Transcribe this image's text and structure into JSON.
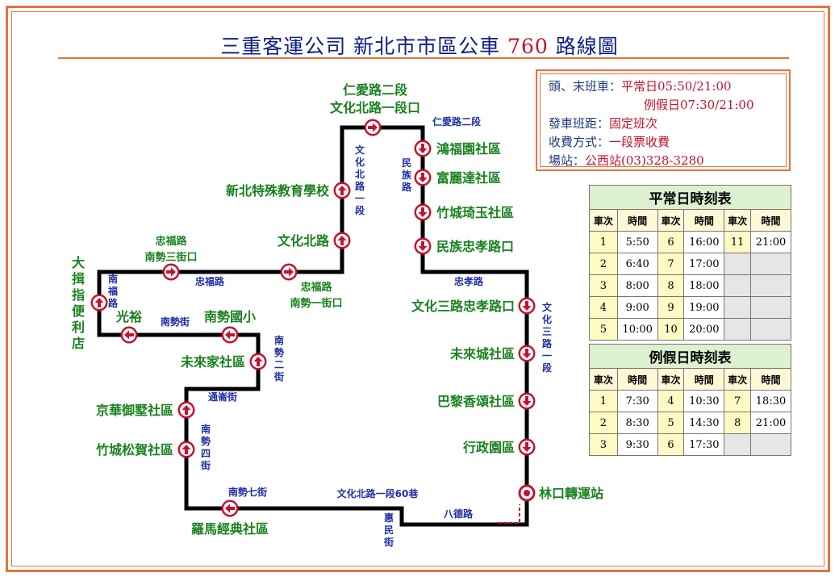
{
  "title": {
    "prefix": "三重客運公司 新北市市區公車",
    "route": "760",
    "suffix": "路線圖"
  },
  "info": {
    "line1_key": "頭、末班車：",
    "line1_val": "平常日05:50/21:00",
    "line2_val": "例假日07:30/21:00",
    "line3_key": "發車班距：",
    "line3_val": "固定班次",
    "line4_key": "收費方式：",
    "line4_val": "一段票收費",
    "line5_key": "場站：",
    "line5_val": "公西站(03)328-3280"
  },
  "weekday": {
    "caption": "平常日時刻表",
    "h_no": "車次",
    "h_time": "時間",
    "rows": [
      [
        "1",
        "5:50",
        "6",
        "16:00",
        "11",
        "21:00"
      ],
      [
        "2",
        "6:40",
        "7",
        "17:00",
        "",
        ""
      ],
      [
        "3",
        "8:00",
        "8",
        "18:00",
        "",
        ""
      ],
      [
        "4",
        "9:00",
        "9",
        "19:00",
        "",
        ""
      ],
      [
        "5",
        "10:00",
        "10",
        "20:00",
        "",
        ""
      ]
    ]
  },
  "holiday": {
    "caption": "例假日時刻表",
    "h_no": "車次",
    "h_time": "時間",
    "rows": [
      [
        "1",
        "7:30",
        "4",
        "10:30",
        "7",
        "18:30"
      ],
      [
        "2",
        "8:30",
        "5",
        "14:30",
        "8",
        "21:00"
      ],
      [
        "3",
        "9:30",
        "6",
        "17:30",
        "",
        ""
      ]
    ]
  },
  "stops": {
    "s1": "仁愛路二段",
    "s1b": "文化北路一段口",
    "s2": "鴻福園社區",
    "s3": "富麗達社區",
    "s4": "竹城琦玉社區",
    "s5": "民族忠孝路口",
    "s6": "文化三路忠孝路口",
    "s7": "未來城社區",
    "s8": "巴黎香頌社區",
    "s9": "行政園區",
    "s10": "林口轉運站",
    "s11": "羅馬經典社區",
    "s12": "竹城松賀社區",
    "s13": "京華御墅社區",
    "s14": "未來家社區",
    "s15": "南勢國小",
    "s16": "光裕",
    "s17": "大",
    "s17b": "揖",
    "s17c": "指",
    "s17d": "便",
    "s17e": "利",
    "s17f": "店",
    "s18": "忠福路",
    "s18b": "南勢三街口",
    "s19": "忠福路",
    "s19b": "南勢一街口",
    "s20": "文化北路",
    "s21": "新北特殊教育學校"
  },
  "roads": {
    "r1": "仁愛路二段",
    "r2": "民族路",
    "r3": "忠孝路",
    "r4": "文化三路一段",
    "r5": "八德路",
    "r6": "文化北路一段60巷",
    "r7": "惠民街",
    "r8": "南勢七街",
    "r9": "南勢四街",
    "r10": "通崙街",
    "r11": "南勢二街",
    "r12": "南勢街",
    "r13": "南福路",
    "r14": "忠福路",
    "r15": "文化北路一段"
  }
}
